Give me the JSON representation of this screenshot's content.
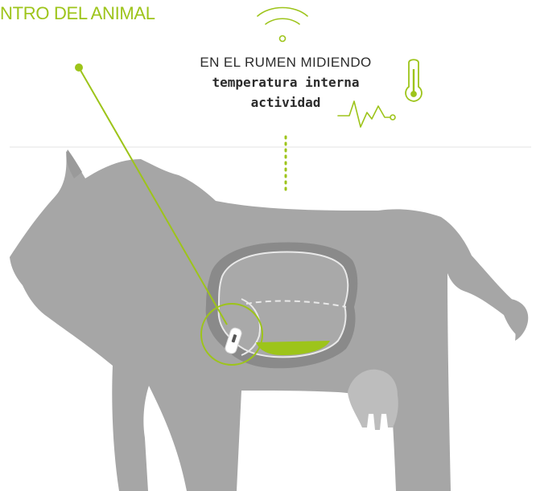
{
  "headline": {
    "text": "NTRO DEL ANIMAL",
    "color": "#9dc41a"
  },
  "caption": {
    "line1": "EN EL RUMEN MIDIENDO",
    "line2": "temperatura interna",
    "line3": "actividad"
  },
  "colors": {
    "accent": "#9dc41a",
    "cow": "#a6a6a6",
    "rumen_wall": "#8a8a8a",
    "rumen_inner": "#a9a9a9",
    "text": "#2b2b2b"
  },
  "icons": {
    "signal": "wifi-signal-icon",
    "thermometer": "thermometer-icon",
    "activity": "heartbeat-wave-icon",
    "sensor": "bolus-sensor-icon"
  }
}
